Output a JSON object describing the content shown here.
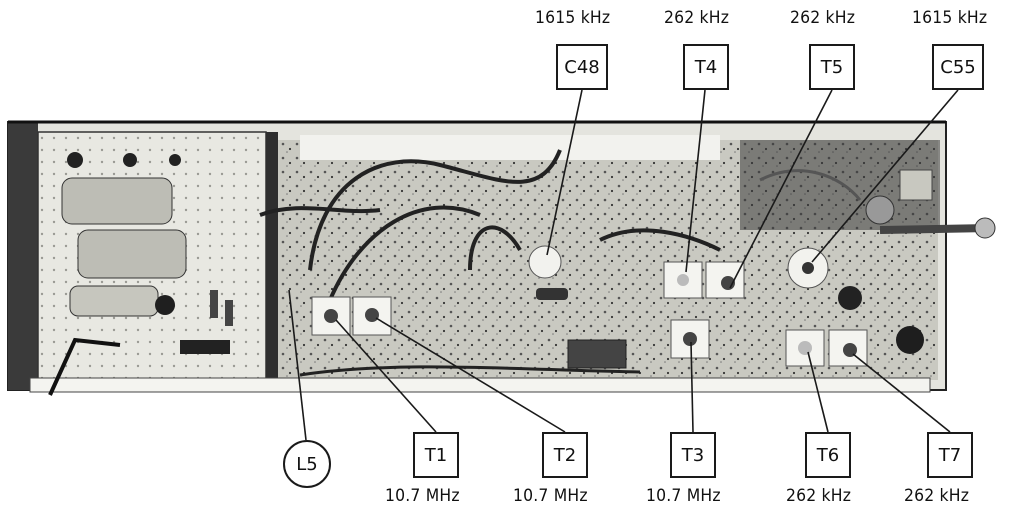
{
  "labels": {
    "c48": {
      "id": "C48",
      "freq": "1615 kHz"
    },
    "t4": {
      "id": "T4",
      "freq": "262 kHz"
    },
    "t5": {
      "id": "T5",
      "freq": "262 kHz"
    },
    "c55": {
      "id": "C55",
      "freq": "1615 kHz"
    },
    "l5": {
      "id": "L5"
    },
    "t1": {
      "id": "T1",
      "freq": "10.7 MHz"
    },
    "t2": {
      "id": "T2",
      "freq": "10.7 MHz"
    },
    "t3": {
      "id": "T3",
      "freq": "10.7 MHz"
    },
    "t6": {
      "id": "T6",
      "freq": "262 kHz"
    },
    "t7": {
      "id": "T7",
      "freq": "262 kHz"
    }
  },
  "colors": {
    "chassis": "#d9d9d4",
    "board": "#cfcfc7",
    "dark": "#2a2a2a",
    "line": "#1a1a1a"
  }
}
